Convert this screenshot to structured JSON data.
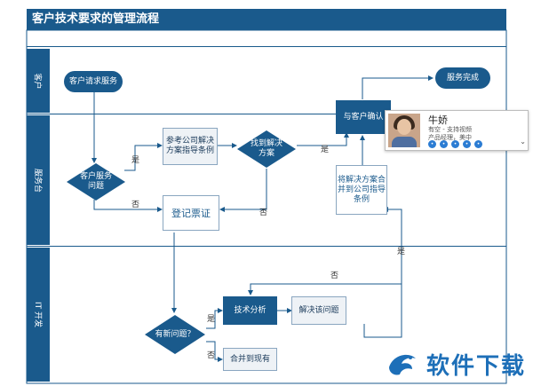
{
  "title": "客户技术要求的管理流程",
  "lanes": {
    "customer": "客户",
    "service_desk": "服务台",
    "it": "IT 开发"
  },
  "nodes": {
    "customer_request": "客户请求服务",
    "service_done": "服务完成",
    "confirm_customer": "与客户确认",
    "service_issue": "客户服务问题",
    "reference_solution": "参考公司解决方案指导条例",
    "find_solution": "找到解决方案",
    "register_ticket": "登记票证",
    "merge_solution": "将解决方案合并到公司指导条例",
    "new_issue": "有新问题？",
    "tech_analysis": "技术分析",
    "resolve_issue": "解决该问题",
    "merge_to_existing": "合并到现有"
  },
  "edge_labels": {
    "yes_1": "是",
    "no_1": "否",
    "yes_2": "是",
    "no_2": "否",
    "yes_3": "是",
    "no_3": "否",
    "yes_4": "是",
    "no_4": "否"
  },
  "contact_card": {
    "name": "牛娇",
    "status": "有空 - 支持视频",
    "dept": "产品经理，美中",
    "icons": [
      "chat-icon",
      "phone-icon",
      "video-icon",
      "mail-icon",
      "more-icon"
    ]
  },
  "watermark": {
    "text": "软件下载"
  },
  "colors": {
    "primary": "#1a5a8c",
    "light": "#eef2f6"
  }
}
